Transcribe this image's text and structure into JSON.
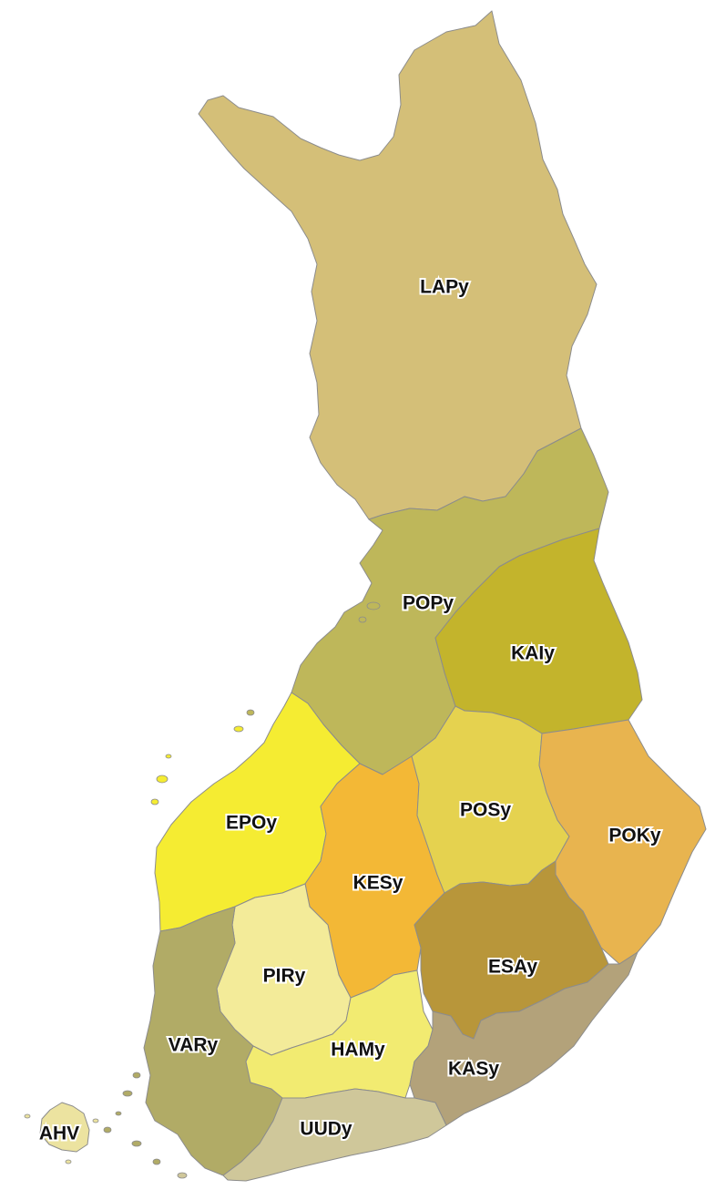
{
  "regions": [
    {
      "id": "lapy",
      "label": "LAPy",
      "color": "#d4bf78"
    },
    {
      "id": "popy",
      "label": "POPy",
      "color": "#beb75a"
    },
    {
      "id": "kaiy",
      "label": "KAIy",
      "color": "#c3b42c"
    },
    {
      "id": "epoy",
      "label": "EPOy",
      "color": "#f5ec32"
    },
    {
      "id": "kesy",
      "label": "KESy",
      "color": "#f3b836"
    },
    {
      "id": "posy",
      "label": "POSy",
      "color": "#e5d24f"
    },
    {
      "id": "poky",
      "label": "POKy",
      "color": "#e8b44f"
    },
    {
      "id": "piry",
      "label": "PIRy",
      "color": "#f3eb99"
    },
    {
      "id": "esay",
      "label": "ESAy",
      "color": "#b8963a"
    },
    {
      "id": "vary",
      "label": "VARy",
      "color": "#b1ab66"
    },
    {
      "id": "hamy",
      "label": "HAMy",
      "color": "#f2eb71"
    },
    {
      "id": "kasy",
      "label": "KASy",
      "color": "#b3a27a"
    },
    {
      "id": "uudy",
      "label": "UUDy",
      "color": "#cfc79a"
    },
    {
      "id": "ahv",
      "label": "AHV",
      "color": "#ece3a0"
    }
  ]
}
